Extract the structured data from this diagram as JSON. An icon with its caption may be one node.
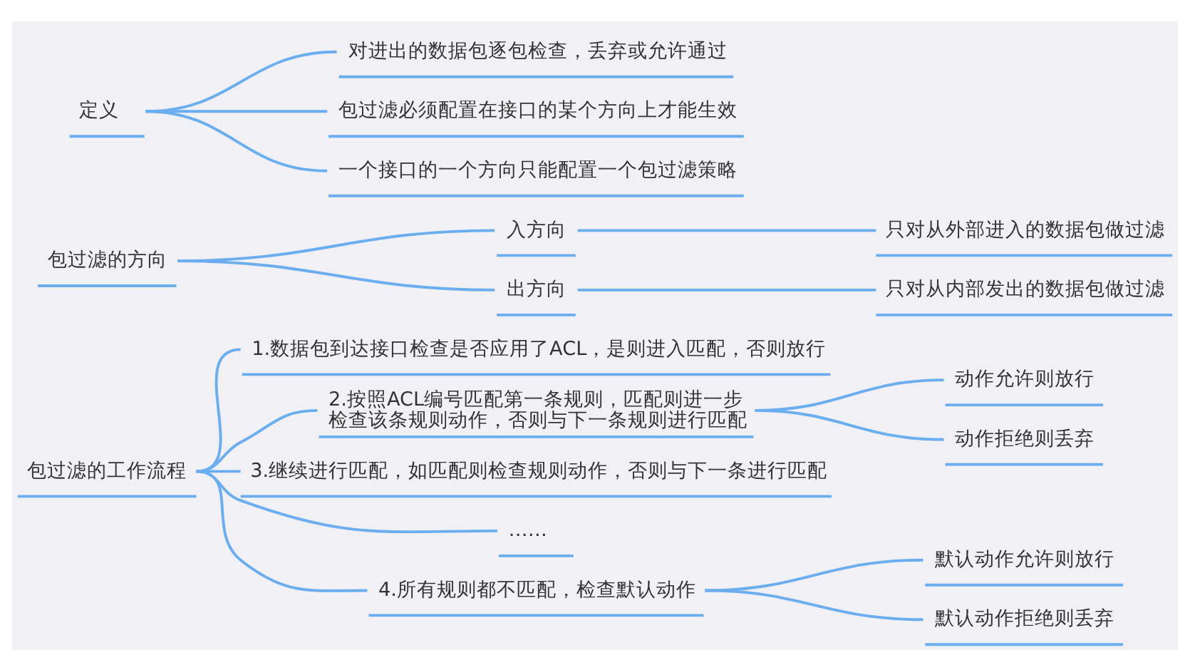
{
  "diagram": {
    "nodes": [
      {
        "text": [
          "定义"
        ]
      },
      {
        "text": [
          "对进出的数据包逐包检查，丢弃或允许通过"
        ]
      },
      {
        "text": [
          "包过滤必须配置在接口的某个方向上才能生效"
        ]
      },
      {
        "text": [
          "一个接口的一个方向只能配置一个包过滤策略"
        ]
      },
      {
        "text": [
          "包过滤的方向"
        ]
      },
      {
        "text": [
          "入方向"
        ]
      },
      {
        "text": [
          "只对从外部进入的数据包做过滤"
        ]
      },
      {
        "text": [
          "出方向"
        ]
      },
      {
        "text": [
          "只对从内部发出的数据包做过滤"
        ]
      },
      {
        "text": [
          "包过滤的工作流程"
        ]
      },
      {
        "text": [
          "1.数据包到达接口检查是否应用了ACL，是则进入匹配，否则放行"
        ]
      },
      {
        "text": [
          "2.按照ACL编号匹配第一条规则，匹配则进一步检查该条规则动作，否则与下一条规则进行匹配"
        ]
      },
      {
        "text": [
          "动作允许则放行"
        ]
      },
      {
        "text": [
          "动作拒绝则丢弃"
        ]
      },
      {
        "text": [
          "3.继续进行匹配，如匹配则检查规则动作，否则与下一条进行匹配"
        ]
      },
      {
        "text": [
          "……"
        ]
      },
      {
        "text": [
          "4.所有规则都不匹配，检查默认动作"
        ]
      },
      {
        "text": [
          "默认动作允许则放行"
        ]
      },
      {
        "text": [
          "默认动作拒绝则丢弃"
        ]
      }
    ],
    "edges": [
      {
        "from": 0,
        "to": 1,
        "arrow": "none"
      },
      {
        "from": 0,
        "to": 2,
        "arrow": "none"
      },
      {
        "from": 0,
        "to": 3,
        "arrow": "none"
      },
      {
        "from": 4,
        "to": 5,
        "arrow": "none"
      },
      {
        "from": 5,
        "to": 6,
        "arrow": "none"
      },
      {
        "from": 4,
        "to": 7,
        "arrow": "none"
      },
      {
        "from": 7,
        "to": 8,
        "arrow": "none"
      },
      {
        "from": 9,
        "to": 10,
        "arrow": "none"
      },
      {
        "from": 9,
        "to": 11,
        "arrow": "none"
      },
      {
        "from": 11,
        "to": 12,
        "arrow": "none"
      },
      {
        "from": 11,
        "to": 13,
        "arrow": "none"
      },
      {
        "from": 9,
        "to": 14,
        "arrow": "none"
      },
      {
        "from": 9,
        "to": 15,
        "arrow": "none"
      },
      {
        "from": 9,
        "to": 16,
        "arrow": "none"
      },
      {
        "from": 16,
        "to": 17,
        "arrow": "none"
      },
      {
        "from": 16,
        "to": 18,
        "arrow": "none"
      }
    ]
  }
}
